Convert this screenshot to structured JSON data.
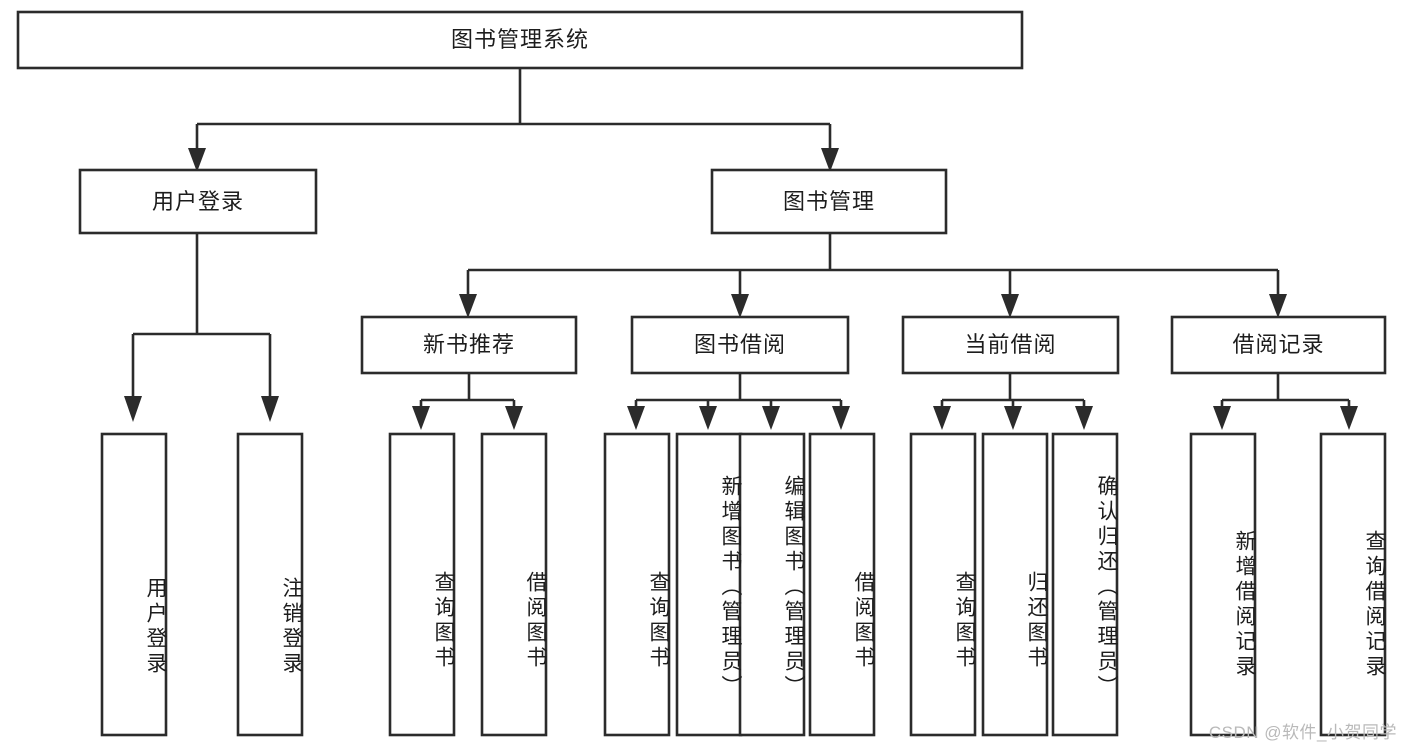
{
  "diagram": {
    "type": "hierarchy-tree",
    "title": "图书管理系统",
    "levels": 4,
    "line_color": "#2b2b2b",
    "box_fill": "#ffffff",
    "text_color": "#1d1d1d",
    "nodes": {
      "root": {
        "label": "图书管理系统"
      },
      "level2": [
        {
          "label": "用户登录"
        },
        {
          "label": "图书管理"
        }
      ],
      "level3": [
        {
          "label": "新书推荐"
        },
        {
          "label": "图书借阅"
        },
        {
          "label": "当前借阅"
        },
        {
          "label": "借阅记录"
        }
      ],
      "leaves": {
        "user_login": [
          {
            "label": "用户登录"
          },
          {
            "label": "注销登录"
          }
        ],
        "new_book_recommend": [
          {
            "label": "查询图书"
          },
          {
            "label": "借阅图书"
          }
        ],
        "book_borrow": [
          {
            "label": "查询图书"
          },
          {
            "label": "新增图书（管理员）"
          },
          {
            "label": "编辑图书（管理员）"
          },
          {
            "label": "借阅图书"
          }
        ],
        "current_borrow": [
          {
            "label": "查询图书"
          },
          {
            "label": "归还图书"
          },
          {
            "label": "确认归还（管理员）"
          }
        ],
        "borrow_record": [
          {
            "label": "新增借阅记录"
          },
          {
            "label": "查询借阅记录"
          }
        ]
      }
    }
  },
  "watermark": {
    "text": "CSDN @软件_小贺同学"
  }
}
